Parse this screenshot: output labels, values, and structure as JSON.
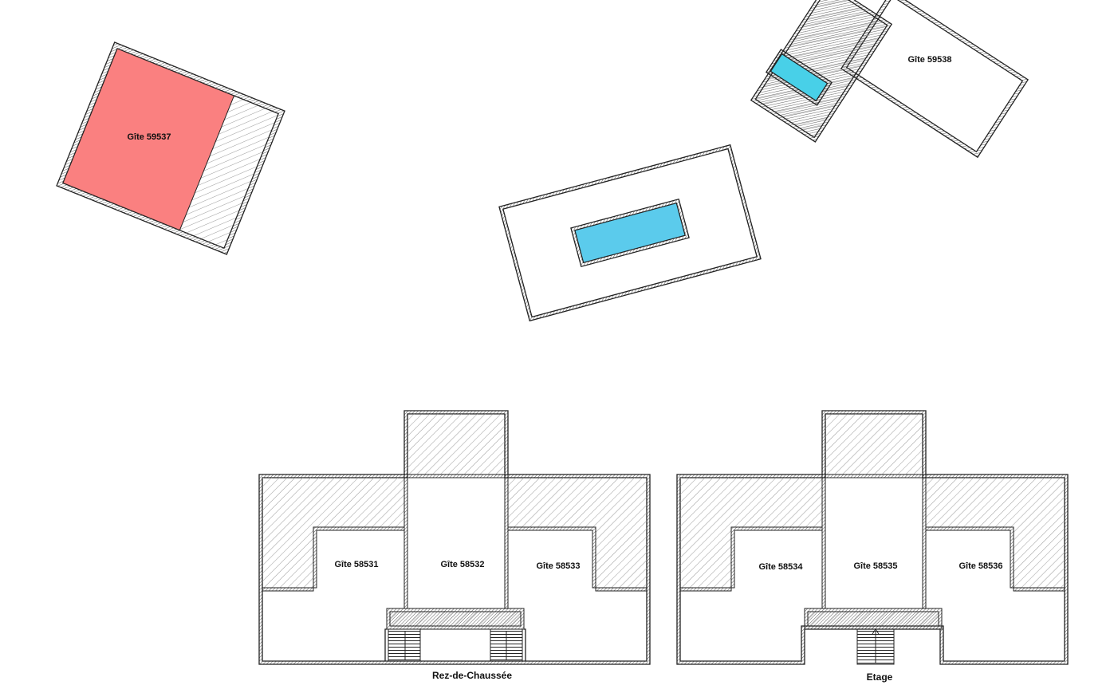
{
  "colors": {
    "background": "#ffffff",
    "wall": "#222222",
    "hatch": "#9a9a9a",
    "occupied": "#fa8080",
    "pool": "#5bcbec",
    "pool_small": "#48d0e8"
  },
  "site": {
    "gite_59537": {
      "label": "Gîte 59537",
      "status": "occupied"
    },
    "gite_59538": {
      "label": "Gîte 59538",
      "status": "free"
    },
    "pool_main": {
      "label": ""
    },
    "pool_small": {
      "label": ""
    }
  },
  "plans": {
    "ground": {
      "title": "Rez-de-Chaussée",
      "gites": [
        {
          "label": "Gîte 58531"
        },
        {
          "label": "Gîte 58532"
        },
        {
          "label": "Gîte 58533"
        }
      ]
    },
    "upper": {
      "title": "Etage",
      "gites": [
        {
          "label": "Gîte 58534"
        },
        {
          "label": "Gîte 58535"
        },
        {
          "label": "Gîte 58536"
        }
      ]
    }
  }
}
